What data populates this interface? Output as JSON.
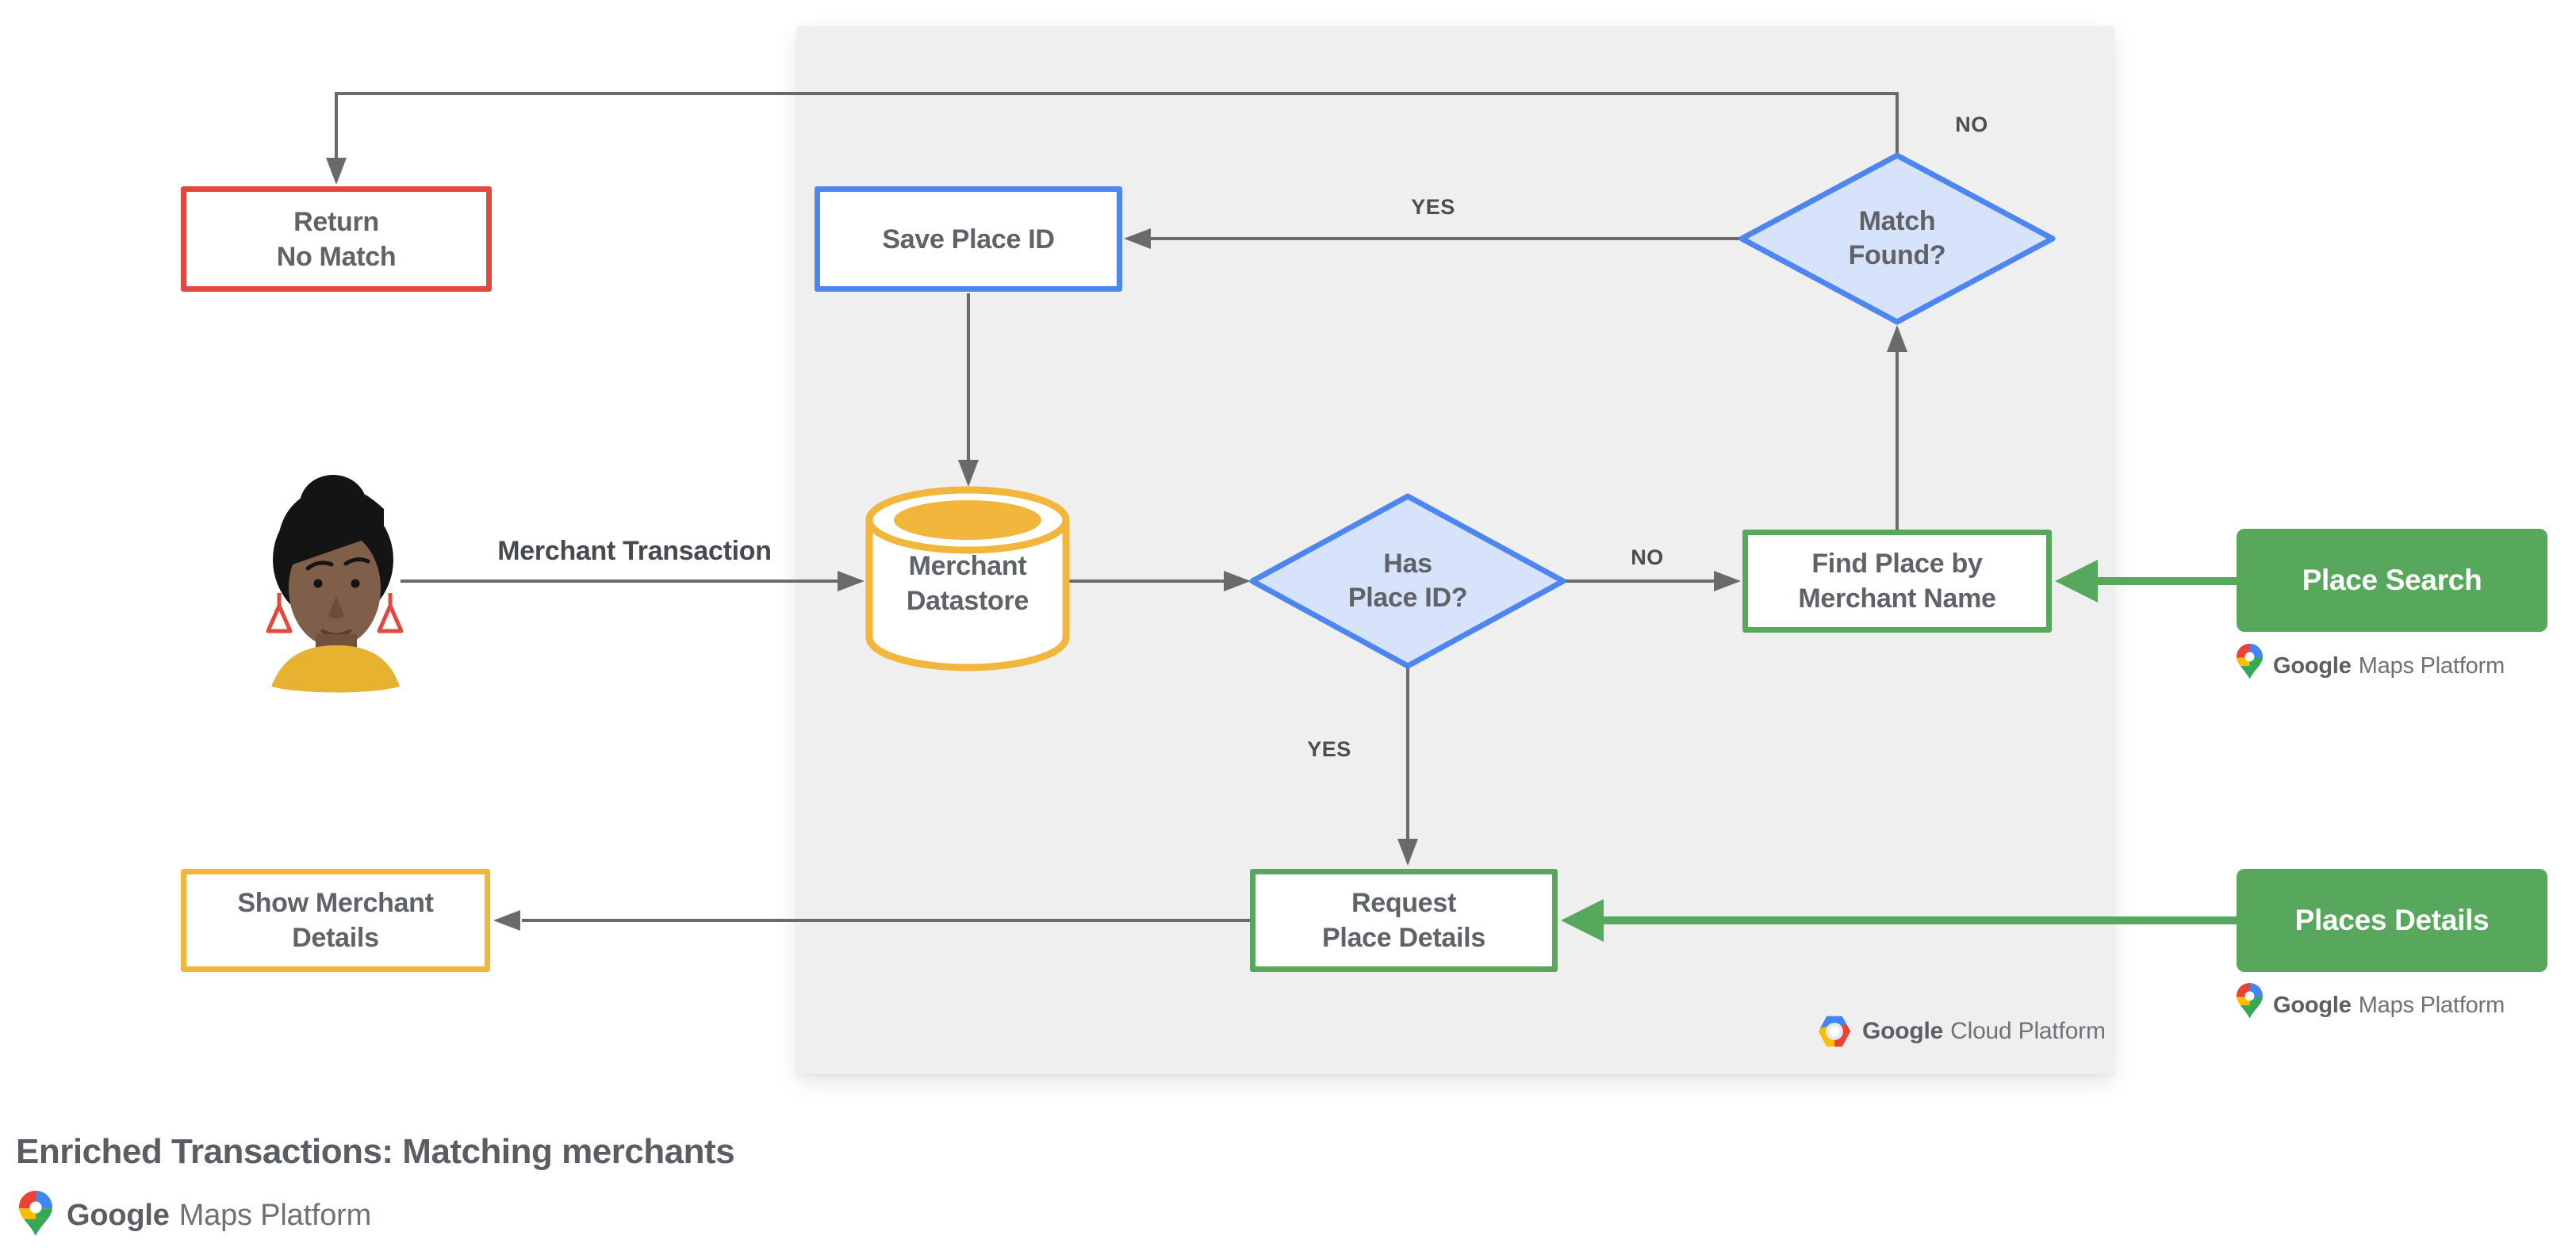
{
  "title": "Enriched Transactions: Matching merchants",
  "colors": {
    "panel": "#efefef",
    "red": "#e2483d",
    "blue": "#4c86ee",
    "blue_fill": "#d7e3fb",
    "green": "#57a85c",
    "yellow": "#f2b63c",
    "line_gray": "#6a6a6a",
    "text_gray": "#5f6368"
  },
  "nodes": {
    "return_no_match": {
      "label": "Return\nNo Match"
    },
    "save_place_id": {
      "label": "Save Place ID"
    },
    "merchant_datastore": {
      "label": "Merchant\nDatastore"
    },
    "find_place": {
      "label": "Find Place by\nMerchant Name"
    },
    "request_place_details": {
      "label": "Request\nPlace Details"
    },
    "show_merchant_details": {
      "label": "Show Merchant\nDetails"
    },
    "place_search": {
      "label": "Place Search"
    },
    "places_details": {
      "label": "Places Details"
    }
  },
  "decisions": {
    "match_found": {
      "label": "Match\nFound?"
    },
    "has_place_id": {
      "label": "Has\nPlace ID?"
    }
  },
  "edge_labels": {
    "match_found_no": "NO",
    "match_found_yes": "YES",
    "has_place_id_no": "NO",
    "has_place_id_yes": "YES"
  },
  "actor_edge_label": "Merchant Transaction",
  "branding": {
    "maps_search": {
      "google": "Google",
      "rest": "Maps Platform"
    },
    "maps_details": {
      "google": "Google",
      "rest": "Maps Platform"
    },
    "cloud": {
      "google": "Google",
      "rest": "Cloud Platform"
    },
    "maps_footer": {
      "google": "Google",
      "rest": "Maps Platform"
    }
  }
}
